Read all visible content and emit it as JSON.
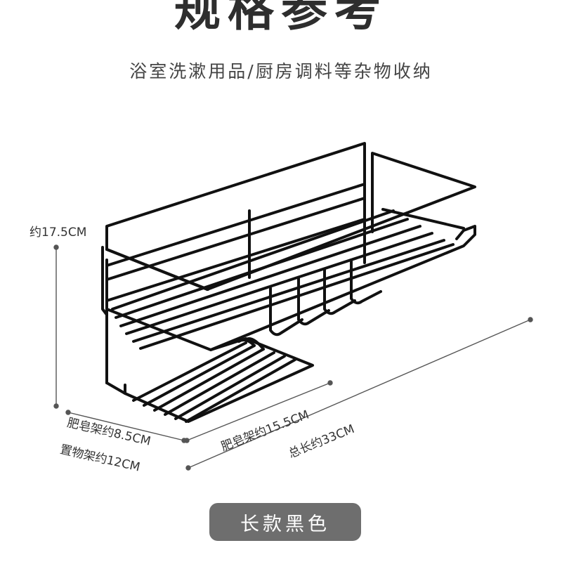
{
  "header": {
    "title": "规格参考",
    "subtitle": "浴室洗漱用品/厨房调料等杂物收纳"
  },
  "dimensions": {
    "height": "约17.5CM",
    "soap_depth": "肥皂架约8.5CM",
    "shelf_depth": "置物架约12CM",
    "soap_width": "肥皂架约15.5CM",
    "total_length": "总长约33CM"
  },
  "badge": {
    "label": "长款黑色"
  },
  "product": {
    "name": "wire-rack-icon",
    "color": "#111111"
  }
}
